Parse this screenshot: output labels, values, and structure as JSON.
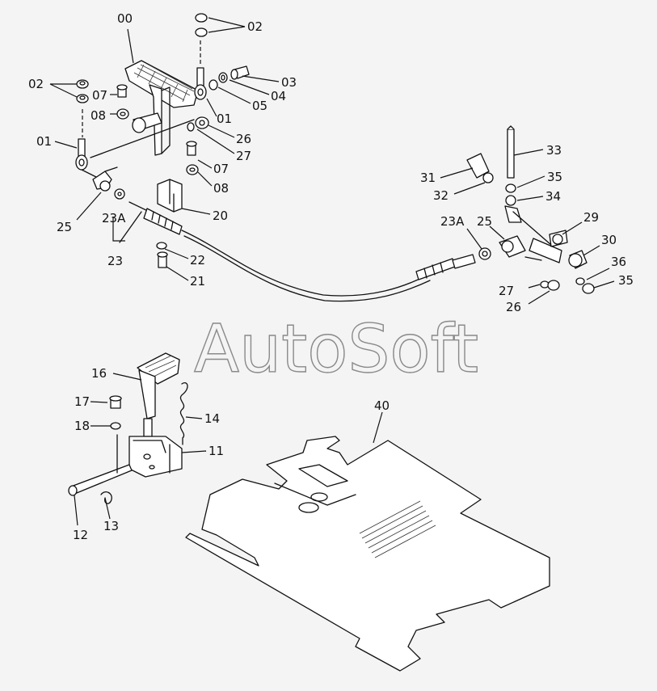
{
  "watermark": "AutoSoft",
  "labels": {
    "l00": "00",
    "l02a": "02",
    "l02b": "02",
    "l03": "03",
    "l04": "04",
    "l05": "05",
    "l01a": "01",
    "l01b": "01",
    "l07a": "07",
    "l08a": "08",
    "l26a": "26",
    "l27a": "27",
    "l07b": "07",
    "l08b": "08",
    "l25a": "25",
    "l23Aa": "23A",
    "l20": "20",
    "l23": "23",
    "l22": "22",
    "l21": "21",
    "l33": "33",
    "l31": "31",
    "l35a": "35",
    "l32": "32",
    "l34": "34",
    "l23Ab": "23A",
    "l25b": "25",
    "l29": "29",
    "l30": "30",
    "l36": "36",
    "l35b": "35",
    "l27b": "27",
    "l26b": "26",
    "l16": "16",
    "l17": "17",
    "l18": "18",
    "l14": "14",
    "l11": "11",
    "l12": "12",
    "l13": "13",
    "l40": "40"
  }
}
